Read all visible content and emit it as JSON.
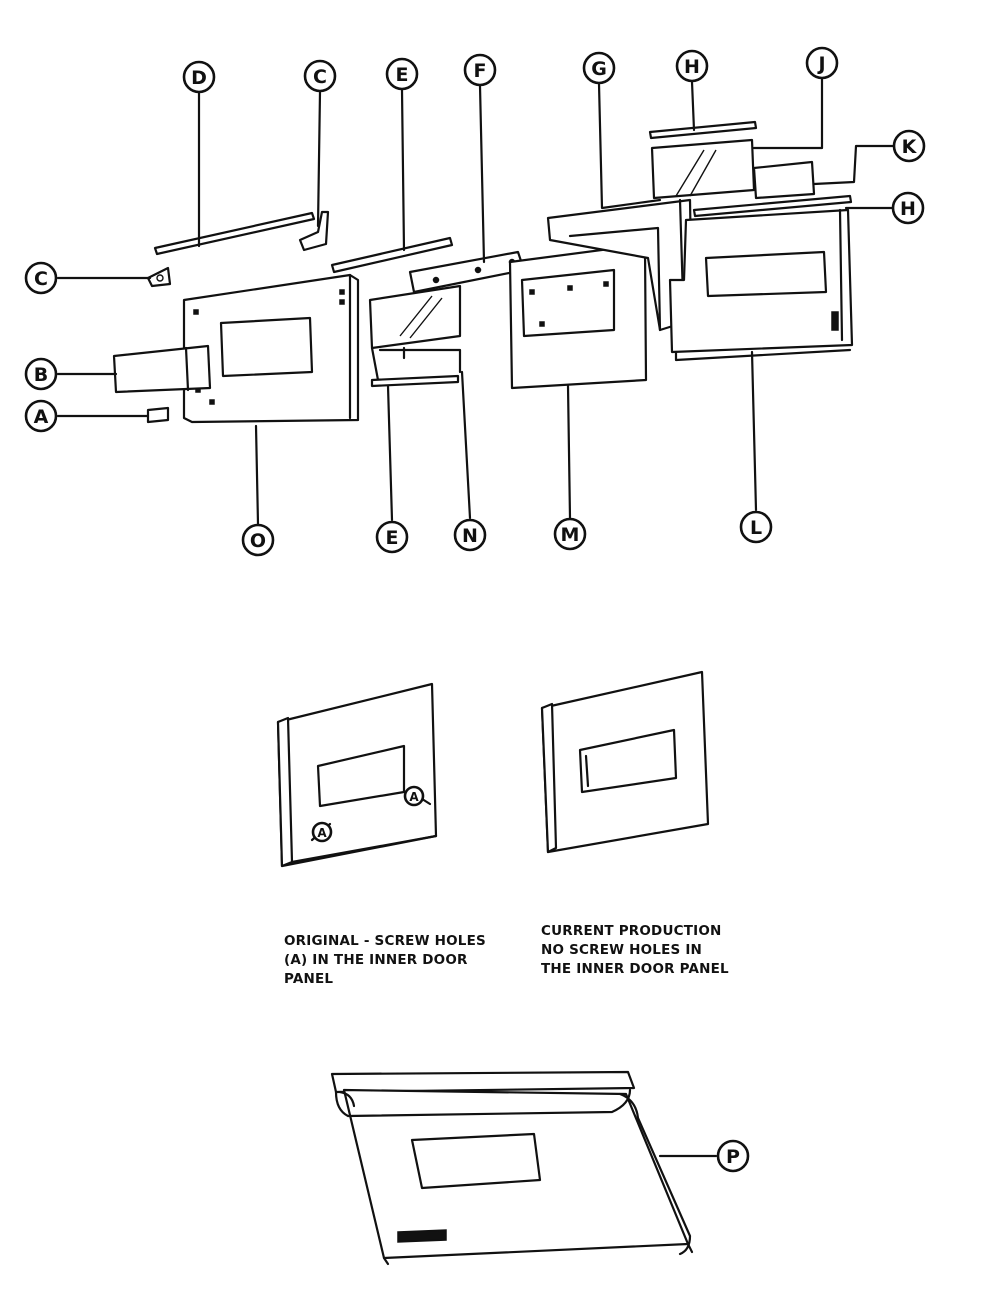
{
  "callouts": {
    "D": "D",
    "C_top": "C",
    "E_top": "E",
    "F": "F",
    "G": "G",
    "H_top": "H",
    "J": "J",
    "K": "K",
    "H_right": "H",
    "C_left": "C",
    "B": "B",
    "A": "A",
    "O": "O",
    "E_bottom": "E",
    "N": "N",
    "M": "M",
    "L": "L",
    "P": "P"
  },
  "panel_callouts": {
    "left_upper": "A",
    "left_lower": "A"
  },
  "captions": {
    "original": [
      "ORIGINAL - SCREW HOLES",
      "(A) IN THE INNER DOOR",
      "PANEL"
    ],
    "current": [
      "CURRENT PRODUCTION",
      "NO SCREW HOLES IN",
      "THE INNER DOOR PANEL"
    ]
  }
}
